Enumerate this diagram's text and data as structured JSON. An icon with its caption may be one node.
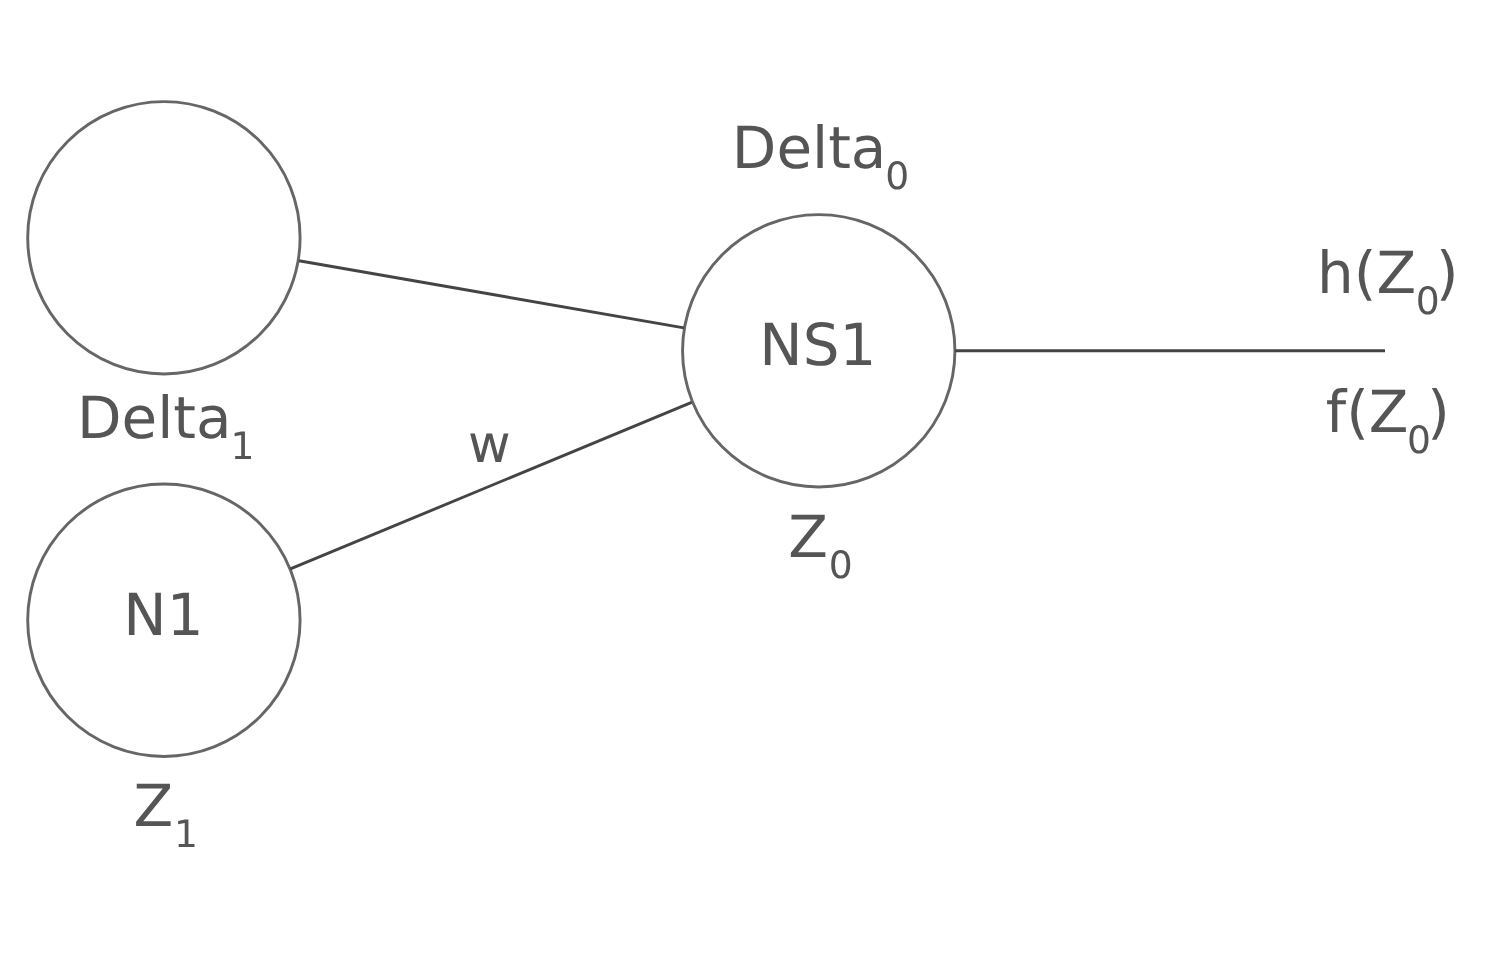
{
  "diagram": {
    "nodes": [
      {
        "text": [],
        "shape": "circle"
      },
      {
        "text": [
          "N1"
        ],
        "beside": [
          "Delta$_{1}$",
          "Z$_{1}$"
        ]
      },
      {
        "text": [
          "NS1"
        ],
        "beside": [
          "Delta$_{0}$",
          "Z$_{0}$"
        ]
      }
    ],
    "edges": [
      {
        "from": 0,
        "to": 2,
        "arrow": "none"
      },
      {
        "from": 1,
        "to": 2,
        "arrow": "none",
        "label": "w"
      },
      {
        "from": 2,
        "to": null,
        "arrow": "none"
      }
    ],
    "labels": [
      "h(Z$_{0}$)",
      "f(Z$_{0}$)"
    ]
  }
}
